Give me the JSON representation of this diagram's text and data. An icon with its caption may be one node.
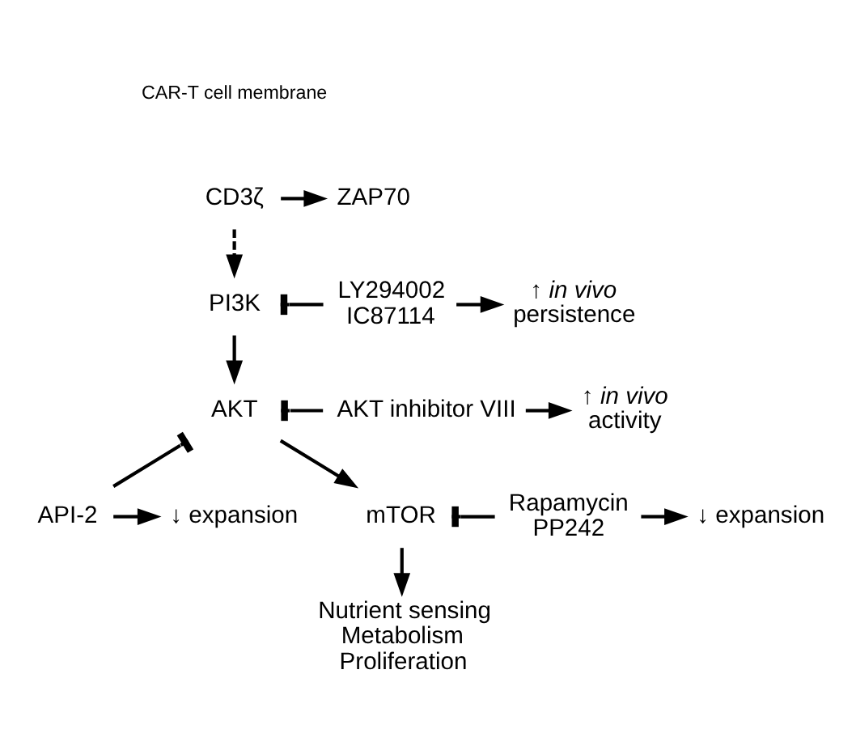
{
  "diagram": {
    "nodes": [
      {
        "text": [
          "CD3ζ"
        ]
      },
      {
        "text": [
          "ZAP70"
        ]
      },
      {
        "text": [
          "PI3K"
        ]
      },
      {
        "text": [
          "LY294002",
          "IC87114"
        ]
      },
      {
        "text": [
          "↑ *in vivo* persistence"
        ]
      },
      {
        "text": [
          "AKT"
        ]
      },
      {
        "text": [
          "AKT inhibitor VIII"
        ]
      },
      {
        "text": [
          "↑ *in vivo* activity"
        ]
      },
      {
        "text": [
          "API-2"
        ]
      },
      {
        "text": [
          "↓ expansion"
        ]
      },
      {
        "text": [
          "mTOR"
        ]
      },
      {
        "text": [
          "Rapamycin",
          "PP242"
        ]
      },
      {
        "text": [
          "↓ expansion"
        ]
      },
      {
        "text": [
          "Nutrient sensing",
          "Metabolism",
          "Proliferation"
        ]
      }
    ],
    "edges": [
      {
        "from": 0,
        "to": 1,
        "arrow": "to"
      },
      {
        "from": 0,
        "to": 2,
        "arrow": "to",
        "style": "dashed"
      },
      {
        "from": 2,
        "to": 5,
        "arrow": "to"
      },
      {
        "from": 5,
        "to": 10,
        "arrow": "to"
      },
      {
        "from": 10,
        "to": 13,
        "arrow": "to"
      },
      {
        "from": 3,
        "to": 2,
        "arrow": "other"
      },
      {
        "from": 3,
        "to": 4,
        "arrow": "to"
      },
      {
        "from": 6,
        "to": 5,
        "arrow": "other"
      },
      {
        "from": 8,
        "to": 5,
        "arrow": "other"
      },
      {
        "from": 6,
        "to": 7,
        "arrow": "to"
      },
      {
        "from": 8,
        "to": 9,
        "arrow": "to"
      },
      {
        "from": 11,
        "to": 10,
        "arrow": "other"
      },
      {
        "from": 11,
        "to": 12,
        "arrow": "to"
      }
    ],
    "labels": [
      "CAR-T cell membrane"
    ]
  }
}
